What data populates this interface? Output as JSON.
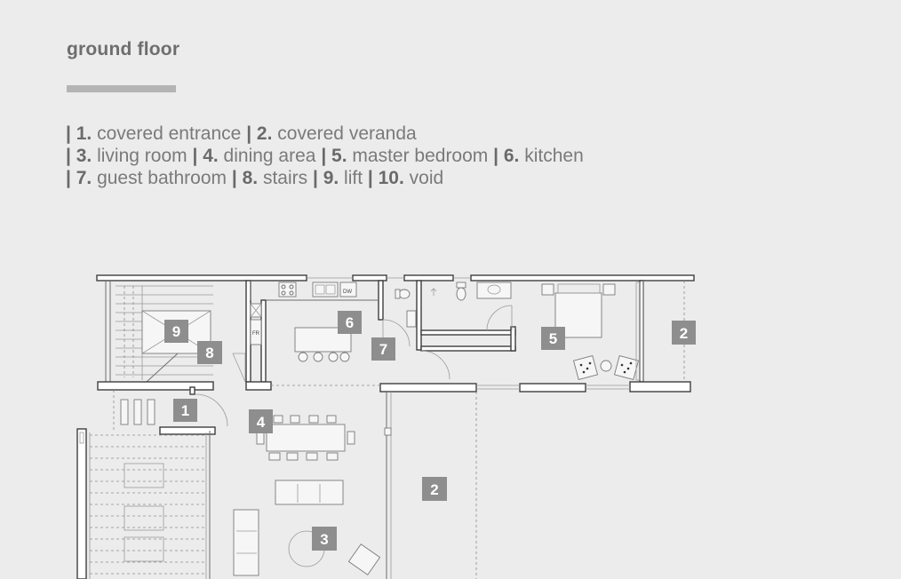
{
  "title": "ground floor",
  "legend": {
    "lines": [
      [
        {
          "num": "1.",
          "name": "covered entrance"
        },
        {
          "num": "2.",
          "name": "covered veranda"
        }
      ],
      [
        {
          "num": "3.",
          "name": "living room"
        },
        {
          "num": "4.",
          "name": "dining area"
        },
        {
          "num": "5.",
          "name": "master bedroom"
        },
        {
          "num": "6.",
          "name": "kitchen"
        }
      ],
      [
        {
          "num": "7.",
          "name": "guest bathroom"
        },
        {
          "num": "8.",
          "name": "stairs"
        },
        {
          "num": "9.",
          "name": "lift"
        },
        {
          "num": "10.",
          "name": "void"
        }
      ]
    ]
  },
  "plan": {
    "labels": [
      "9",
      "8",
      "1",
      "6",
      "7",
      "5",
      "2",
      "4",
      "2",
      "3"
    ],
    "fixture_text": [
      "FR",
      "DW"
    ]
  }
}
